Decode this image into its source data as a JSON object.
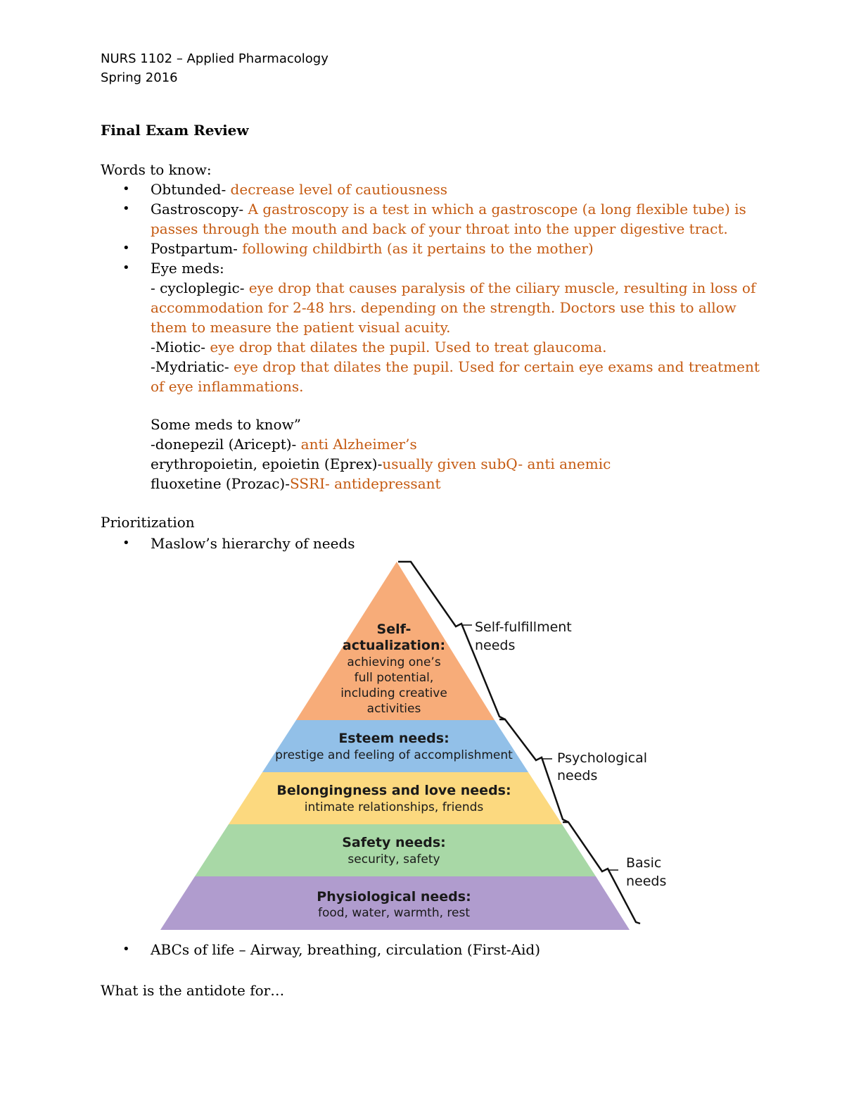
{
  "header": {
    "course": "NURS 1102 – Applied Pharmacology",
    "term": "Spring 2016"
  },
  "title": "Final Exam Review",
  "words": {
    "heading": "Words to know:",
    "bullet": "•",
    "obtunded_term": "Obtunded-",
    "obtunded_def": " decrease level of cautiousness",
    "gastro_term": "Gastroscopy-",
    "gastro_def_1": " A gastroscopy is a test in which a gastroscope (a long flexible tube) is",
    "gastro_def_2": "passes through the mouth and back of your throat into the upper digestive tract.",
    "postpartum_term": "Postpartum-",
    "postpartum_def": " following childbirth (as it pertains to the mother)",
    "eye_heading": "Eye meds:",
    "cyclo_term": "- cycloplegic-",
    "cyclo_def_1": " eye drop that causes paralysis of the ciliary muscle, resulting in loss of",
    "cyclo_def_2": "accommodation for 2-48 hrs. depending on the strength. Doctors use this to allow",
    "cyclo_def_3": "them to measure the patient visual acuity.",
    "miotic_term": "-Miotic-",
    "miotic_def": " eye drop that dilates the pupil. Used to treat glaucoma.",
    "mydriatic_term": "-Mydriatic-",
    "mydriatic_def_1": " eye drop that dilates the pupil. Used for certain eye exams and treatment",
    "mydriatic_def_2": "of eye inflammations.",
    "meds_heading": "Some meds to know”",
    "donepezil_term": "-donepezil (Aricept)-",
    "donepezil_def": " anti Alzheimer’s",
    "epo_term": "erythropoietin, epoietin (Eprex)-",
    "epo_def": "usually given subQ- anti anemic",
    "fluox_term": "fluoxetine (Prozac)-",
    "fluox_def": "SSRI- antidepressant"
  },
  "prioritization": {
    "heading": "Prioritization",
    "maslow": "Maslow’s hierarchy of needs",
    "abcs": "ABCs of life – Airway, breathing, circulation (First-Aid)"
  },
  "antidote": "What is the antidote for…",
  "pyramid": {
    "colors": {
      "self": "#f7ac79",
      "esteem": "#92c0e8",
      "belonging": "#fcd97f",
      "safety": "#a8d8a6",
      "physiological": "#b09cce"
    },
    "self_t1": "Self-",
    "self_t2": "actualization:",
    "self_d1": "achieving one’s",
    "self_d2": "full potential,",
    "self_d3": "including creative",
    "self_d4": "activities",
    "esteem_t": "Esteem needs:",
    "esteem_d": "prestige and feeling of accomplishment",
    "belong_t": "Belongingness and love needs:",
    "belong_d": "intimate relationships, friends",
    "safety_t": "Safety needs:",
    "safety_d": "security, safety",
    "phys_t": "Physiological needs:",
    "phys_d": "food, water, warmth, rest",
    "label_fulfill_1": "Self-fulfillment",
    "label_fulfill_2": "needs",
    "label_psych_1": "Psychological",
    "label_psych_2": "needs",
    "label_basic_1": "Basic",
    "label_basic_2": "needs"
  }
}
